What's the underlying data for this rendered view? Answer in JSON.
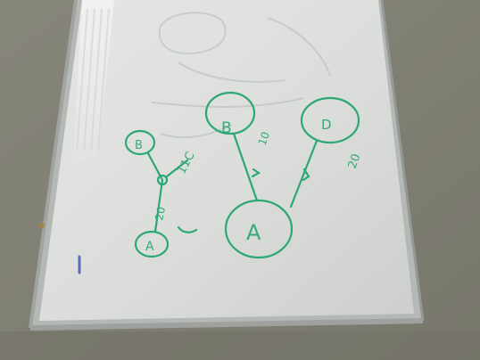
{
  "scene": {
    "kind": "photo",
    "subject": "whiteboard",
    "colors": {
      "wall": "#8c8b7f",
      "board": "#e9ebe9",
      "frame": "#c8cbc8",
      "marker_green": "#2fb27a"
    }
  },
  "whiteboard": {
    "nodes": [
      {
        "label": "B"
      },
      {
        "label": "A"
      },
      {
        "label": "B"
      },
      {
        "label": "D"
      },
      {
        "label": "A"
      }
    ],
    "edge_labels": [
      "20",
      "11C",
      "10",
      "20"
    ]
  }
}
